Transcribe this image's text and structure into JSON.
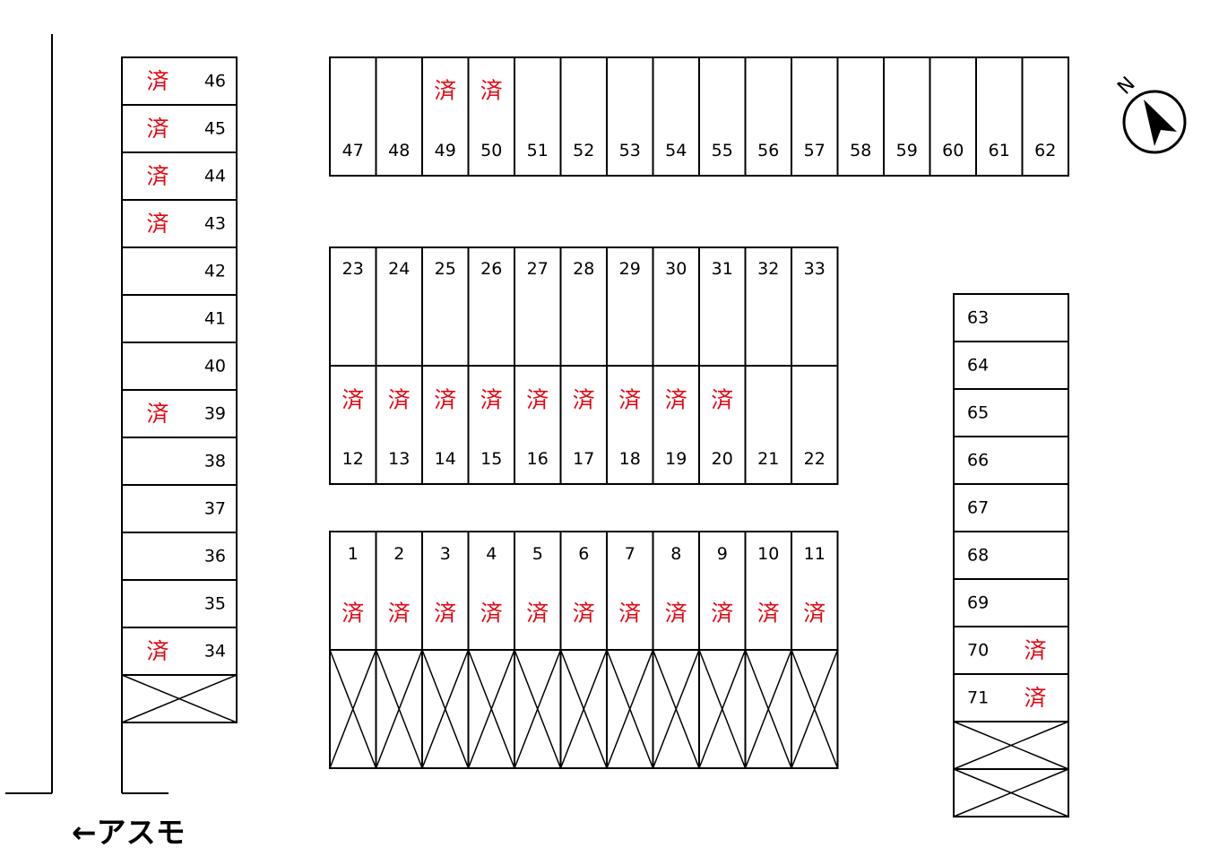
{
  "sold_mark": "済",
  "colors": {
    "sold": "#e30613",
    "line": "#000000",
    "background": "#ffffff"
  },
  "direction_label": "←アスモ",
  "compass": {
    "north_label": "N",
    "icon": "north-arrow-icon"
  },
  "blocks": {
    "left_column": {
      "spaces": [
        {
          "no": "46",
          "sold": true
        },
        {
          "no": "45",
          "sold": true
        },
        {
          "no": "44",
          "sold": true
        },
        {
          "no": "43",
          "sold": true
        },
        {
          "no": "42",
          "sold": false
        },
        {
          "no": "41",
          "sold": false
        },
        {
          "no": "40",
          "sold": false
        },
        {
          "no": "39",
          "sold": true
        },
        {
          "no": "38",
          "sold": false
        },
        {
          "no": "37",
          "sold": false
        },
        {
          "no": "36",
          "sold": false
        },
        {
          "no": "35",
          "sold": false
        },
        {
          "no": "34",
          "sold": true
        }
      ],
      "unavailable_count": 1
    },
    "top_row": {
      "spaces": [
        {
          "no": "47",
          "sold": false
        },
        {
          "no": "48",
          "sold": false
        },
        {
          "no": "49",
          "sold": true
        },
        {
          "no": "50",
          "sold": true
        },
        {
          "no": "51",
          "sold": false
        },
        {
          "no": "52",
          "sold": false
        },
        {
          "no": "53",
          "sold": false
        },
        {
          "no": "54",
          "sold": false
        },
        {
          "no": "55",
          "sold": false
        },
        {
          "no": "56",
          "sold": false
        },
        {
          "no": "57",
          "sold": false
        },
        {
          "no": "58",
          "sold": false
        },
        {
          "no": "59",
          "sold": false
        },
        {
          "no": "60",
          "sold": false
        },
        {
          "no": "61",
          "sold": false
        },
        {
          "no": "62",
          "sold": false
        }
      ]
    },
    "middle_upper": {
      "spaces": [
        {
          "no": "23",
          "sold": false
        },
        {
          "no": "24",
          "sold": false
        },
        {
          "no": "25",
          "sold": false
        },
        {
          "no": "26",
          "sold": false
        },
        {
          "no": "27",
          "sold": false
        },
        {
          "no": "28",
          "sold": false
        },
        {
          "no": "29",
          "sold": false
        },
        {
          "no": "30",
          "sold": false
        },
        {
          "no": "31",
          "sold": false
        },
        {
          "no": "32",
          "sold": false
        },
        {
          "no": "33",
          "sold": false
        }
      ]
    },
    "middle_lower": {
      "spaces": [
        {
          "no": "12",
          "sold": true
        },
        {
          "no": "13",
          "sold": true
        },
        {
          "no": "14",
          "sold": true
        },
        {
          "no": "15",
          "sold": true
        },
        {
          "no": "16",
          "sold": true
        },
        {
          "no": "17",
          "sold": true
        },
        {
          "no": "18",
          "sold": true
        },
        {
          "no": "19",
          "sold": true
        },
        {
          "no": "20",
          "sold": true
        },
        {
          "no": "21",
          "sold": false
        },
        {
          "no": "22",
          "sold": false
        }
      ]
    },
    "bottom_row": {
      "spaces": [
        {
          "no": "1",
          "sold": true
        },
        {
          "no": "2",
          "sold": true
        },
        {
          "no": "3",
          "sold": true
        },
        {
          "no": "4",
          "sold": true
        },
        {
          "no": "5",
          "sold": true
        },
        {
          "no": "6",
          "sold": true
        },
        {
          "no": "7",
          "sold": true
        },
        {
          "no": "8",
          "sold": true
        },
        {
          "no": "9",
          "sold": true
        },
        {
          "no": "10",
          "sold": true
        },
        {
          "no": "11",
          "sold": true
        }
      ],
      "unavailable_count": 11
    },
    "right_column": {
      "spaces": [
        {
          "no": "63",
          "sold": false
        },
        {
          "no": "64",
          "sold": false
        },
        {
          "no": "65",
          "sold": false
        },
        {
          "no": "66",
          "sold": false
        },
        {
          "no": "67",
          "sold": false
        },
        {
          "no": "68",
          "sold": false
        },
        {
          "no": "69",
          "sold": false
        },
        {
          "no": "70",
          "sold": true
        },
        {
          "no": "71",
          "sold": true
        }
      ],
      "unavailable_count": 2
    }
  }
}
